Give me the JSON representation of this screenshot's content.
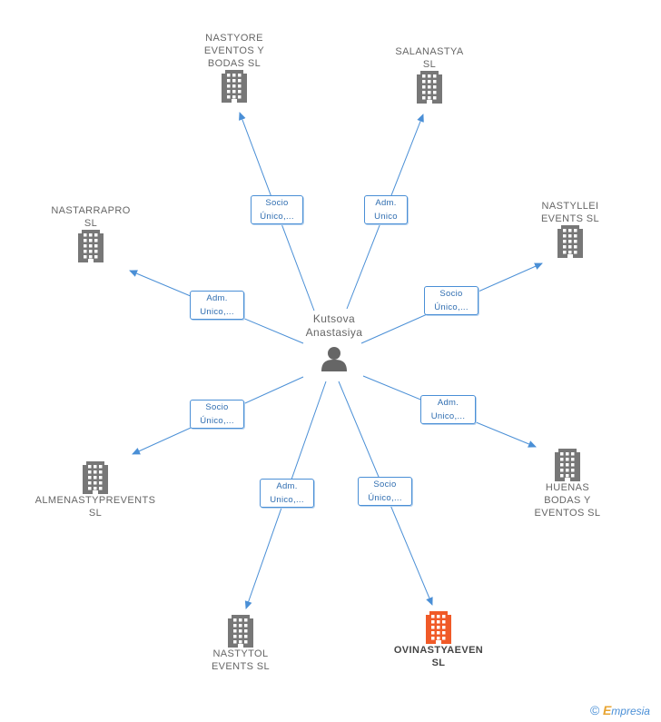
{
  "center": {
    "name": "Kutsova\nAnastasiya",
    "icon": "person-icon"
  },
  "companies": [
    {
      "id": "nastyore",
      "name": "NASTYORE\nEVENTOS Y\nBODAS SL",
      "icon": "building-icon",
      "color": "#777777"
    },
    {
      "id": "salanastya",
      "name": "SALANASTYA\nSL",
      "icon": "building-icon",
      "color": "#777777"
    },
    {
      "id": "nastarrapro",
      "name": "NASTARRAPRO\nSL",
      "icon": "building-icon",
      "color": "#777777"
    },
    {
      "id": "nastyllei",
      "name": "NASTYLLEI\nEVENTS SL",
      "icon": "building-icon",
      "color": "#777777"
    },
    {
      "id": "almenastyprevents",
      "name": "ALMENASTYPREVENTS\nSL",
      "icon": "building-icon",
      "color": "#777777"
    },
    {
      "id": "huenas",
      "name": "HUENAS\nBODAS Y\nEVENTOS SL",
      "icon": "building-icon",
      "color": "#777777"
    },
    {
      "id": "nastytol",
      "name": "NASTYTOL\nEVENTS SL",
      "icon": "building-icon",
      "color": "#777777"
    },
    {
      "id": "ovinastyaeven",
      "name": "OVINASTYAEVEN\nSL",
      "icon": "building-icon",
      "color": "#f05a28",
      "highlight": true
    }
  ],
  "relations": [
    {
      "to": "nastyore",
      "label": "Socio\nÚnico,..."
    },
    {
      "to": "salanastya",
      "label": "Adm.\nUnico"
    },
    {
      "to": "nastarrapro",
      "label": "Adm.\nUnico,..."
    },
    {
      "to": "nastyllei",
      "label": "Socio\nÚnico,..."
    },
    {
      "to": "almenastyprevents",
      "label": "Socio\nÚnico,..."
    },
    {
      "to": "huenas",
      "label": "Adm.\nUnico,..."
    },
    {
      "to": "nastytol",
      "label": "Adm.\nUnico,..."
    },
    {
      "to": "ovinastyaeven",
      "label": "Socio\nÚnico,..."
    }
  ],
  "edge_color": "#4a8fd6",
  "footer": {
    "symbol": "©",
    "brand_initial": "E",
    "brand_rest": "mpresia"
  }
}
